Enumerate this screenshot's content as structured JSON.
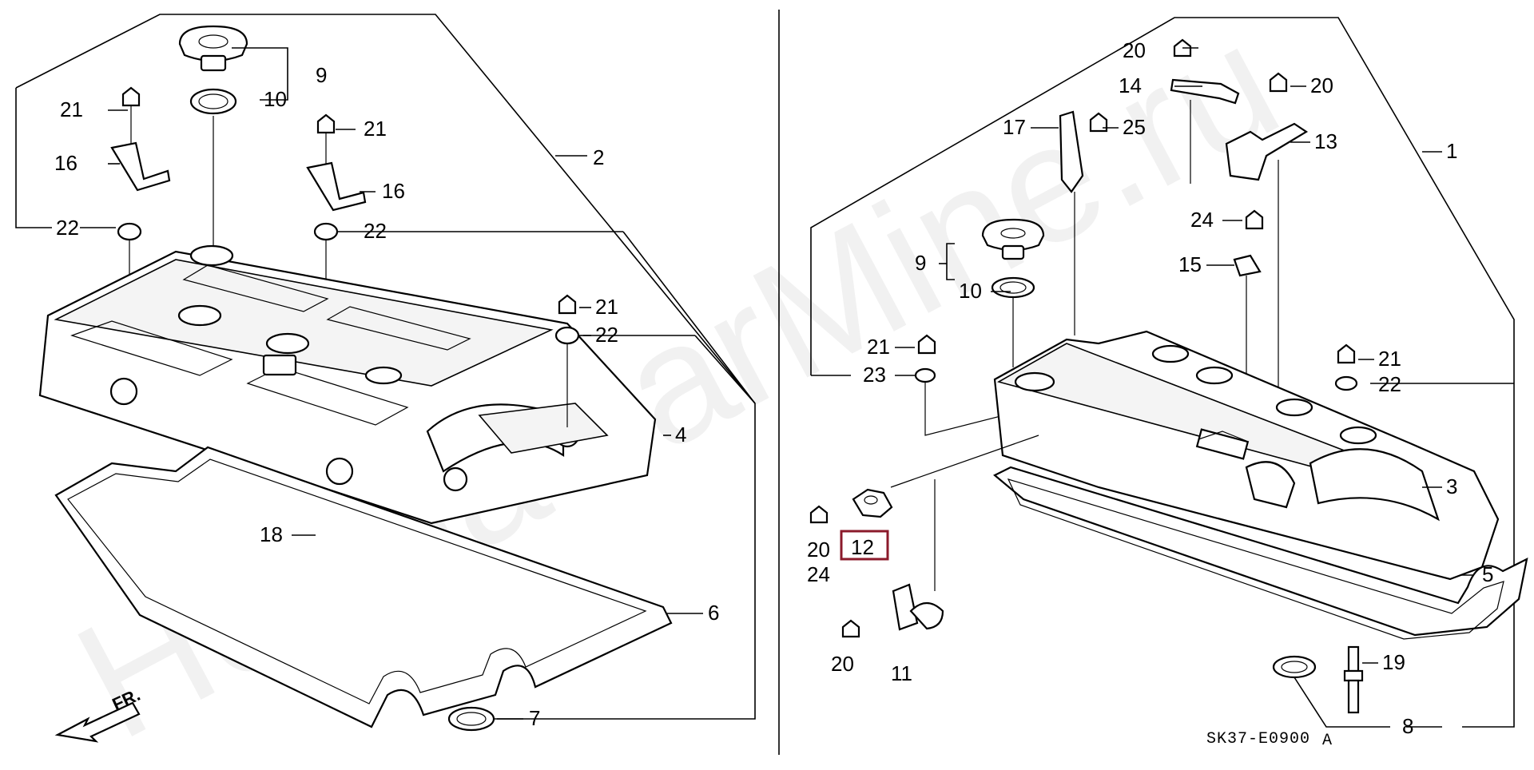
{
  "watermark": "HondaCarMine.ru",
  "diagram_code": "SK37-E0900",
  "diagram_code_suffix": "A",
  "front_label": "FR.",
  "highlighted_part": "12",
  "highlight_color": "#8b1a2b",
  "left_group": {
    "labels": {
      "l9": "9",
      "l10": "10",
      "l21a": "21",
      "l16a": "16",
      "l22a": "22",
      "l2": "2",
      "l21b": "21",
      "l16b": "16",
      "l22b": "22",
      "l21c": "21",
      "l22c": "22",
      "l4": "4",
      "l18": "18",
      "l6": "6",
      "l7": "7"
    }
  },
  "right_group": {
    "labels": {
      "l20a": "20",
      "l14": "14",
      "l20b": "20",
      "l17": "17",
      "l25": "25",
      "l13": "13",
      "l1": "1",
      "l24a": "24",
      "l9": "9",
      "l15": "15",
      "l10": "10",
      "l21a": "21",
      "l23": "23",
      "l21b": "21",
      "l22": "22",
      "l3": "3",
      "l20c": "20",
      "l24b": "24",
      "l12": "12",
      "l5": "5",
      "l20d": "20",
      "l11": "11",
      "l19": "19",
      "l8": "8"
    }
  }
}
